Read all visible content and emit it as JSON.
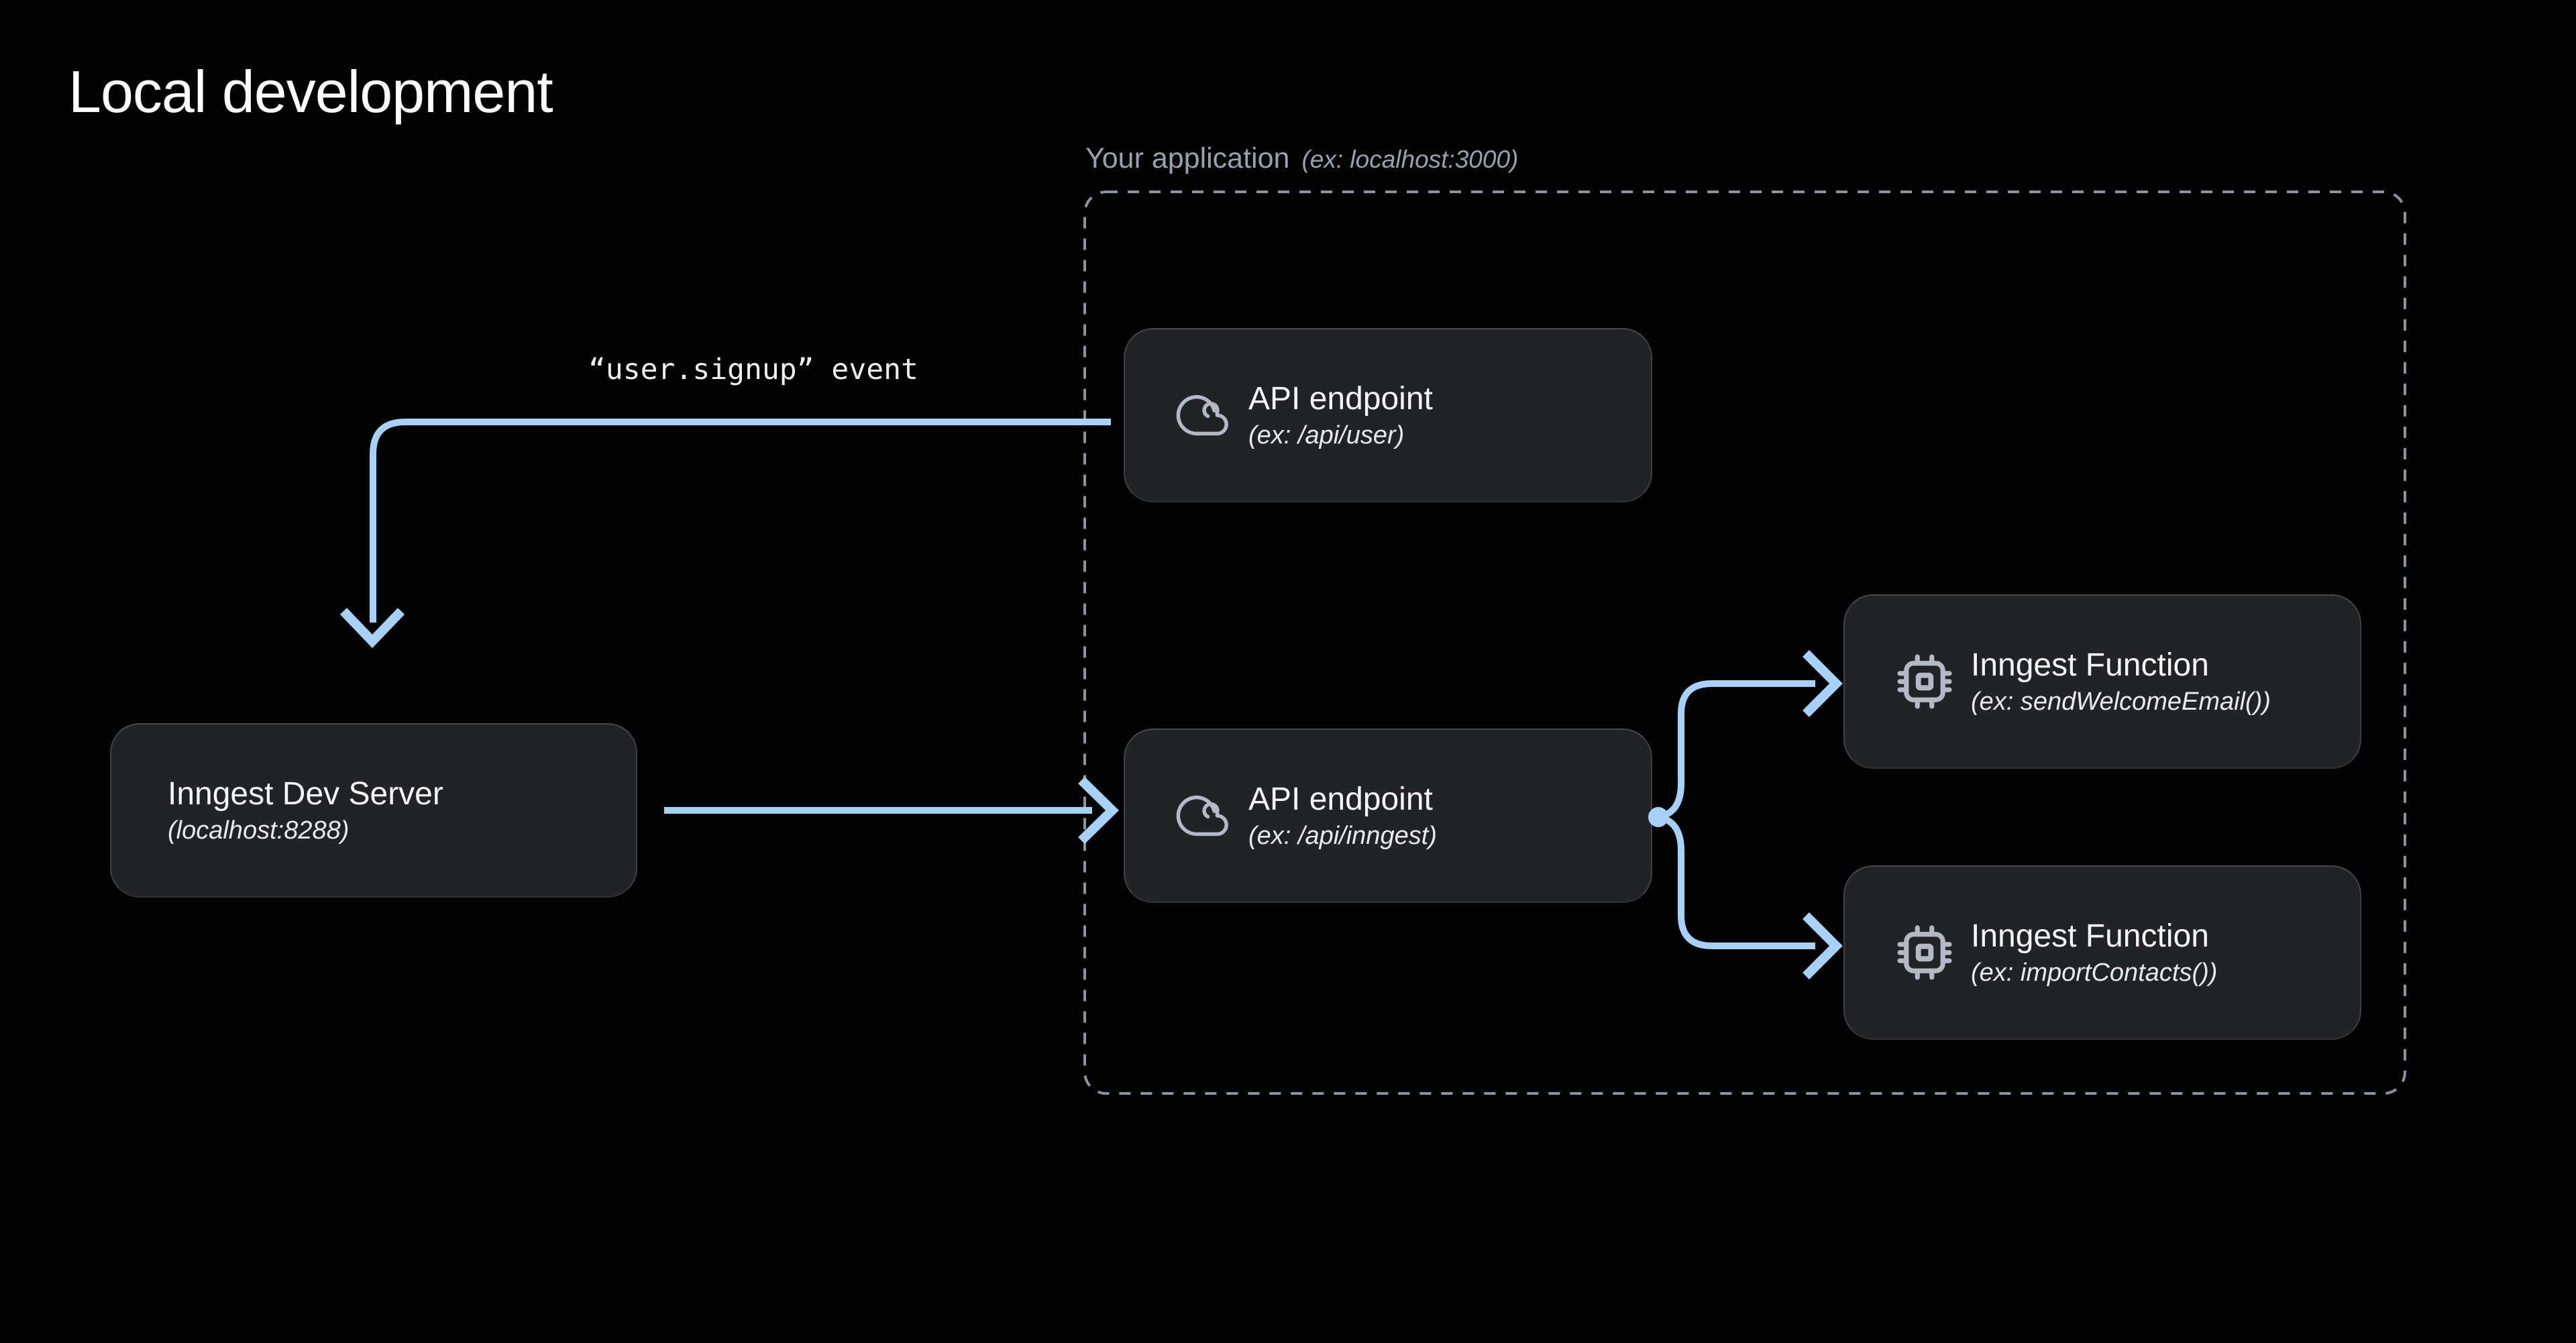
{
  "page": {
    "title": "Local development"
  },
  "colors": {
    "background": "#030303",
    "arrow": "#a8d1f7",
    "box_background": "#222326",
    "box_border": "#3e4043",
    "muted_label": "#99a1ae",
    "icon": "#b3bac6",
    "text_primary": "#f5f6f7",
    "text_secondary": "#e8eaec"
  },
  "application_group": {
    "label": "Your application",
    "note": "(ex: localhost:3000)"
  },
  "nodes": {
    "dev_server": {
      "title": "Inngest Dev Server",
      "subtitle": "(localhost:8288)"
    },
    "api_user": {
      "title": "API endpoint",
      "subtitle": "(ex: /api/user)"
    },
    "api_inngest": {
      "title": "API endpoint",
      "subtitle": "(ex: /api/inngest)"
    },
    "fn_send_welcome_email": {
      "title": "Inngest Function",
      "subtitle": "(ex: sendWelcomeEmail())"
    },
    "fn_import_contacts": {
      "title": "Inngest Function",
      "subtitle": "(ex: importContacts())"
    }
  },
  "edges": {
    "event_label": "“user.signup” event"
  }
}
